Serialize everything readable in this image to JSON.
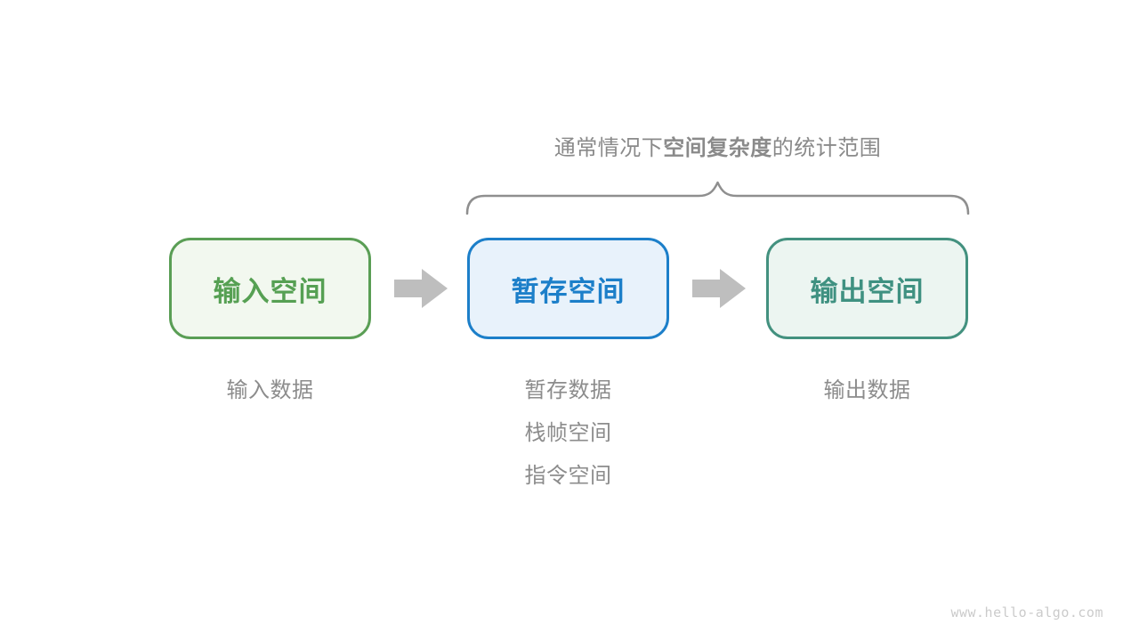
{
  "annotation": {
    "prefix": "通常情况下",
    "bold": "空间复杂度",
    "suffix": "的统计范围"
  },
  "boxes": [
    {
      "id": "input",
      "label": "输入空间",
      "border": "#5a9e55",
      "fill": "#f2f8ef",
      "text_color": "#56a053"
    },
    {
      "id": "temp",
      "label": "暂存空间",
      "border": "#1c7fc9",
      "fill": "#e8f2fb",
      "text_color": "#1c7fc9"
    },
    {
      "id": "output",
      "label": "输出空间",
      "border": "#43917f",
      "fill": "#ecf5f1",
      "text_color": "#3f9181"
    }
  ],
  "captions": {
    "input": "输入数据",
    "temp": [
      "暂存数据",
      "栈帧空间",
      "指令空间"
    ],
    "output": "输出数据"
  },
  "colors": {
    "brace": "#8f8f8f",
    "arrow": "#bebebe",
    "annotation_text": "#8a8a8a",
    "caption_text": "#8c8c8c"
  },
  "watermark": "www.hello-algo.com"
}
